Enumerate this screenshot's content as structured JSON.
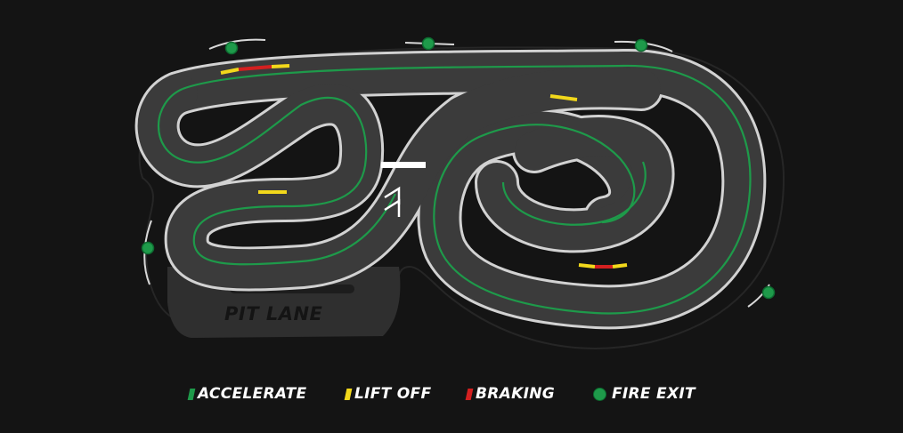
{
  "pit_lane": {
    "label": "PIT LANE"
  },
  "legend": [
    {
      "key": "accelerate",
      "label": "ACCELERATE",
      "color": "#1e9a4a",
      "icon": "swatch"
    },
    {
      "key": "lift_off",
      "label": "LIFT OFF",
      "color": "#f2d81b",
      "icon": "swatch"
    },
    {
      "key": "braking",
      "label": "BRAKING",
      "color": "#d42020",
      "icon": "swatch"
    },
    {
      "key": "fire_exit",
      "label": "FIRE EXIT",
      "color": "#1e9a4a",
      "icon": "dot"
    }
  ],
  "colors": {
    "background": "#141414",
    "track_surface": "#3c3c3c",
    "track_border": "#cfcfcf",
    "racing_line": "#1e9a4a",
    "pit_lane": "#2e2e2e"
  },
  "icons": {
    "direction": "chevron-up-right-icon",
    "fire_exit": "fire-exit-icon"
  }
}
